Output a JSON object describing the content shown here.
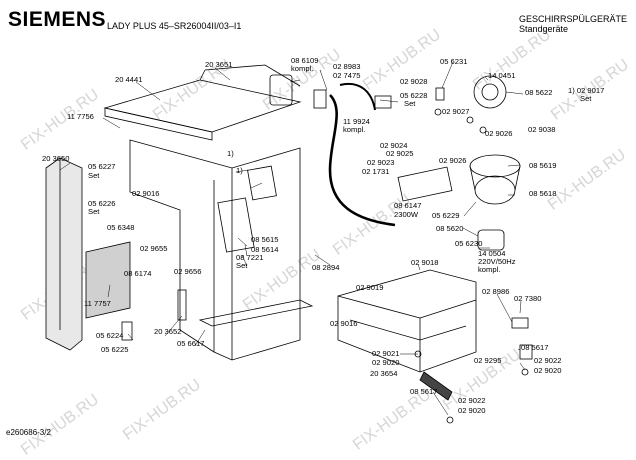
{
  "header": {
    "brand": "SIEMENS",
    "model": "LADY PLUS 45–SR26004II/03–I1",
    "category_line1": "GESCHIRRSPÜLGERÄTE",
    "category_line2": "Standgeräte"
  },
  "footer": {
    "doc_id": "e260686-3/2"
  },
  "watermark": {
    "text": "FIX-HUB.RU"
  },
  "parts": [
    {
      "key": "p_206109",
      "text": "08 6109"
    },
    {
      "key": "p_kompl_top",
      "text": "kompl."
    },
    {
      "key": "p_028983",
      "text": "02 8983"
    },
    {
      "key": "p_027475",
      "text": "02 7475"
    },
    {
      "key": "p_056231",
      "text": "05 6231"
    },
    {
      "key": "p_140451",
      "text": "14 0451"
    },
    {
      "key": "p_029028",
      "text": "02 9028"
    },
    {
      "key": "p_085622",
      "text": "08 5622"
    },
    {
      "key": "p_029017",
      "text": "1) 02 9017"
    },
    {
      "key": "p_set_9017",
      "text": "Set"
    },
    {
      "key": "p_204441",
      "text": "20 4441"
    },
    {
      "key": "p_203651",
      "text": "20 3651"
    },
    {
      "key": "p_117756",
      "text": "11 7756"
    },
    {
      "key": "p_056228",
      "text": "05 6228"
    },
    {
      "key": "p_set_6228",
      "text": "Set"
    },
    {
      "key": "p_029027",
      "text": "02 9027"
    },
    {
      "key": "p_029026a",
      "text": "02 9026"
    },
    {
      "key": "p_029038",
      "text": "02 9038"
    },
    {
      "key": "p_119924",
      "text": "11 9924"
    },
    {
      "key": "p_kompl_mid",
      "text": "kompl."
    },
    {
      "key": "p_203650",
      "text": "20 3650"
    },
    {
      "key": "p_056227",
      "text": "05 6227"
    },
    {
      "key": "p_set_6227",
      "text": "Set"
    },
    {
      "key": "p_note1a",
      "text": "1)"
    },
    {
      "key": "p_029024",
      "text": "02 9024"
    },
    {
      "key": "p_029025",
      "text": "02 9025"
    },
    {
      "key": "p_029026b",
      "text": "02 9026"
    },
    {
      "key": "p_029023",
      "text": "02 9023"
    },
    {
      "key": "p_021731",
      "text": "02 1731"
    },
    {
      "key": "p_085619",
      "text": "08 5619"
    },
    {
      "key": "p_029016a",
      "text": "02 9016"
    },
    {
      "key": "p_056226",
      "text": "05 6226"
    },
    {
      "key": "p_set_6226",
      "text": "Set"
    },
    {
      "key": "p_note1b",
      "text": "1)"
    },
    {
      "key": "p_085618",
      "text": "08 5618"
    },
    {
      "key": "p_086147",
      "text": "08 6147"
    },
    {
      "key": "p_2300w",
      "text": "2300W"
    },
    {
      "key": "p_056229",
      "text": "05 6229"
    },
    {
      "key": "p_056348",
      "text": "05 6348"
    },
    {
      "key": "p_085620",
      "text": "08 5620"
    },
    {
      "key": "p_056230",
      "text": "05 6230"
    },
    {
      "key": "p_085615",
      "text": "08 5615"
    },
    {
      "key": "p_085614",
      "text": "08 5614"
    },
    {
      "key": "p_029655",
      "text": "02 9655"
    },
    {
      "key": "p_087221",
      "text": "08 7221"
    },
    {
      "key": "p_set_7221",
      "text": "Set"
    },
    {
      "key": "p_140504",
      "text": "14 0504"
    },
    {
      "key": "p_220v",
      "text": "220V/50Hz"
    },
    {
      "key": "p_kompl_bot",
      "text": "kompl."
    },
    {
      "key": "p_086174",
      "text": "08 6174"
    },
    {
      "key": "p_029656",
      "text": "02 9656"
    },
    {
      "key": "p_082894",
      "text": "08 2894"
    },
    {
      "key": "p_029018",
      "text": "02 9018"
    },
    {
      "key": "p_117757",
      "text": "11 7757"
    },
    {
      "key": "p_029019",
      "text": "02 9019"
    },
    {
      "key": "p_028986",
      "text": "02 8986"
    },
    {
      "key": "p_027380",
      "text": "02 7380"
    },
    {
      "key": "p_056224",
      "text": "05 6224"
    },
    {
      "key": "p_203652",
      "text": "20 3652"
    },
    {
      "key": "p_029016b",
      "text": "02 9016"
    },
    {
      "key": "p_056225",
      "text": "05 6225"
    },
    {
      "key": "p_056617a",
      "text": "05 6617"
    },
    {
      "key": "p_029021",
      "text": "02 9021"
    },
    {
      "key": "p_085617a",
      "text": "08 5617"
    },
    {
      "key": "p_029295",
      "text": "02 9295"
    },
    {
      "key": "p_029022a",
      "text": "02 9022"
    },
    {
      "key": "p_029020a",
      "text": "02 9020"
    },
    {
      "key": "p_029020b",
      "text": "02 9020"
    },
    {
      "key": "p_203654",
      "text": "20 3654"
    },
    {
      "key": "p_085617b",
      "text": "08 5617"
    },
    {
      "key": "p_029022b",
      "text": "02 9022"
    },
    {
      "key": "p_029020c",
      "text": "02 9020"
    }
  ]
}
